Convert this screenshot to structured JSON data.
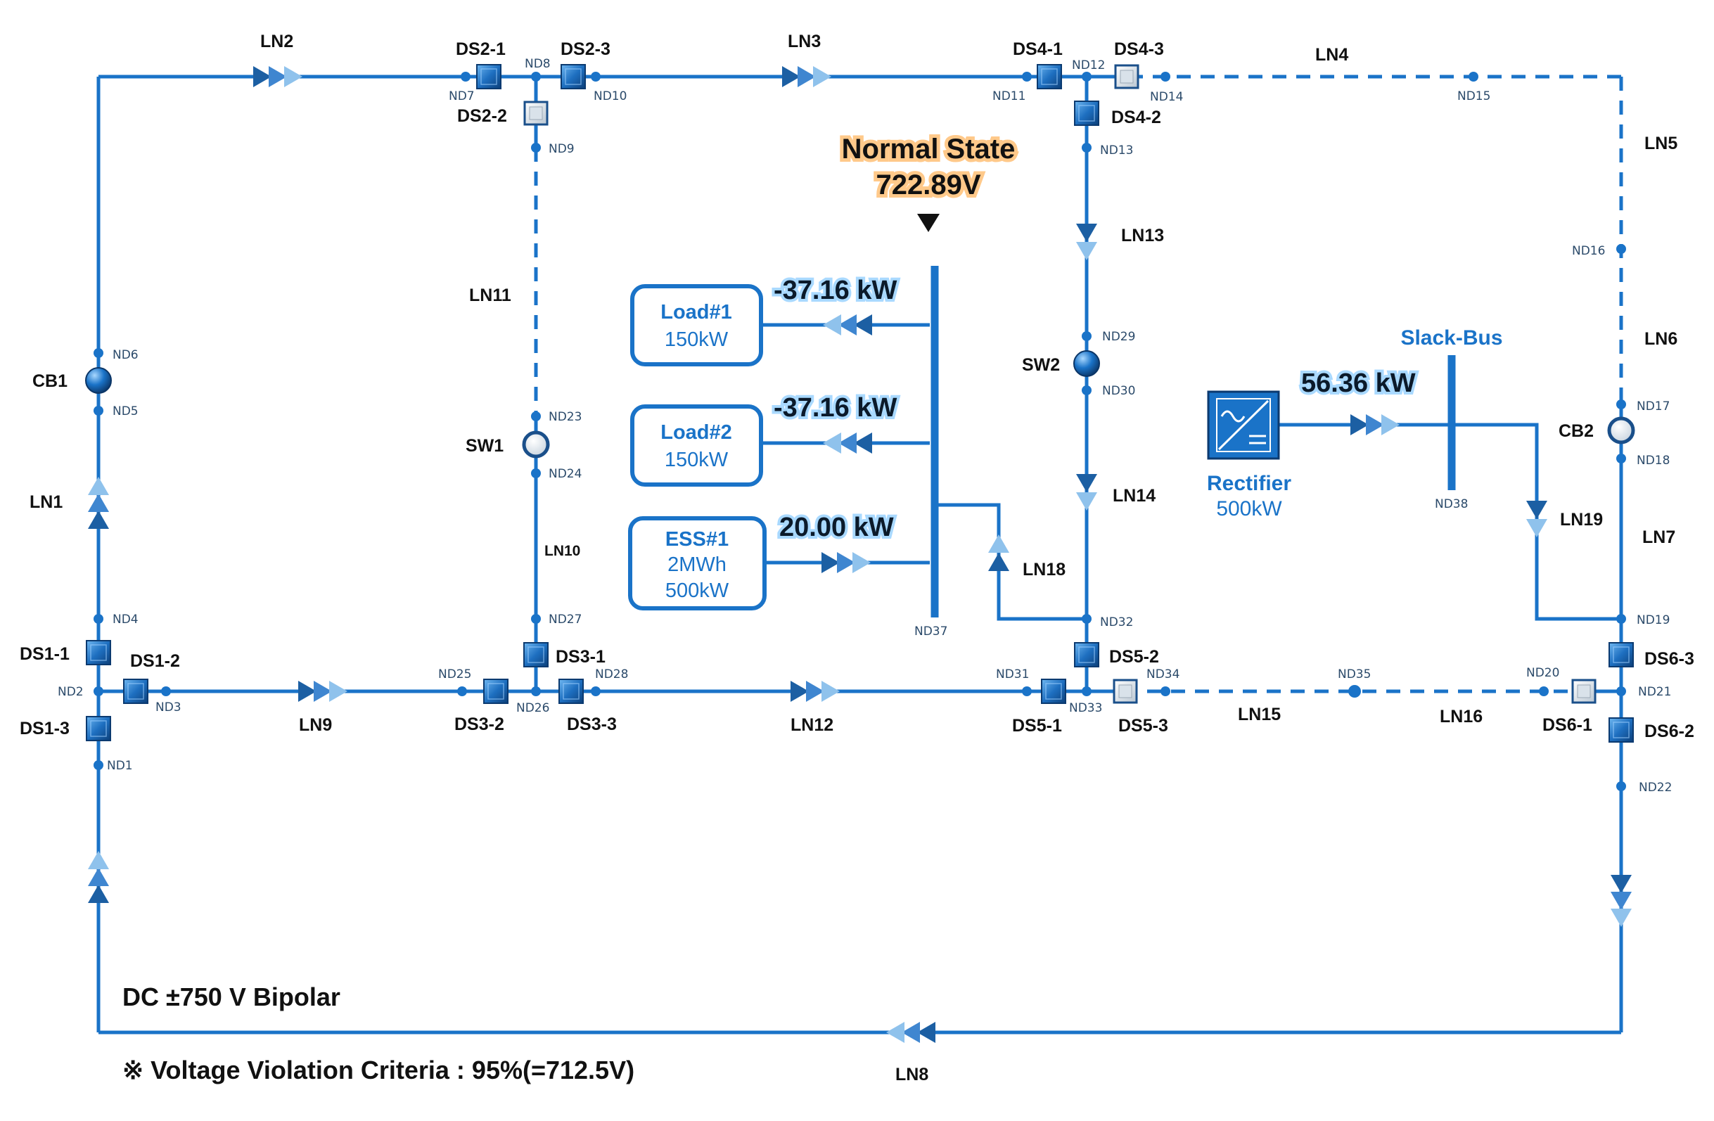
{
  "colors": {
    "line": "#1a73c8",
    "dark_arrow": "#1c5fa3",
    "light_arrow": "#8fc2ec",
    "highlight": "#ffc98a"
  },
  "status": {
    "state": "Normal State",
    "voltage": "722.89V"
  },
  "system": {
    "title": "DC ±750 V Bipolar",
    "criteria": "※ Voltage Violation Criteria : 95%(=712.5V)"
  },
  "loads": {
    "load1": {
      "name": "Load#1",
      "rating": "150kW",
      "power": "-37.16 kW"
    },
    "load2": {
      "name": "Load#2",
      "rating": "150kW",
      "power": "-37.16 kW"
    },
    "ess1": {
      "name": "ESS#1",
      "capacity": "2MWh",
      "rating": "500kW",
      "power": "20.00 kW"
    }
  },
  "rectifier": {
    "name": "Rectifier",
    "rating": "500kW",
    "power": "56.36 kW",
    "bus": "Slack-Bus"
  },
  "lines": {
    "ln1": "LN1",
    "ln2": "LN2",
    "ln3": "LN3",
    "ln4": "LN4",
    "ln5": "LN5",
    "ln6": "LN6",
    "ln7": "LN7",
    "ln8": "LN8",
    "ln9": "LN9",
    "ln10": "LN10",
    "ln11": "LN11",
    "ln12": "LN12",
    "ln13": "LN13",
    "ln14": "LN14",
    "ln15": "LN15",
    "ln16": "LN16",
    "ln18": "LN18",
    "ln19": "LN19"
  },
  "switches": {
    "ds1_1": "DS1-1",
    "ds1_2": "DS1-2",
    "ds1_3": "DS1-3",
    "ds2_1": "DS2-1",
    "ds2_2": "DS2-2",
    "ds2_3": "DS2-3",
    "ds3_1": "DS3-1",
    "ds3_2": "DS3-2",
    "ds3_3": "DS3-3",
    "ds4_1": "DS4-1",
    "ds4_2": "DS4-2",
    "ds4_3": "DS4-3",
    "ds5_1": "DS5-1",
    "ds5_2": "DS5-2",
    "ds5_3": "DS5-3",
    "ds6_1": "DS6-1",
    "ds6_2": "DS6-2",
    "ds6_3": "DS6-3",
    "cb1": "CB1",
    "cb2": "CB2",
    "sw1": "SW1",
    "sw2": "SW2"
  },
  "nodes": {
    "nd1": "ND1",
    "nd2": "ND2",
    "nd3": "ND3",
    "nd4": "ND4",
    "nd5": "ND5",
    "nd6": "ND6",
    "nd7": "ND7",
    "nd8": "ND8",
    "nd9": "ND9",
    "nd10": "ND10",
    "nd11": "ND11",
    "nd12": "ND12",
    "nd13": "ND13",
    "nd14": "ND14",
    "nd15": "ND15",
    "nd16": "ND16",
    "nd17": "ND17",
    "nd18": "ND18",
    "nd19": "ND19",
    "nd20": "ND20",
    "nd21": "ND21",
    "nd22": "ND22",
    "nd23": "ND23",
    "nd24": "ND24",
    "nd25": "ND25",
    "nd26": "ND26",
    "nd27": "ND27",
    "nd28": "ND28",
    "nd29": "ND29",
    "nd30": "ND30",
    "nd31": "ND31",
    "nd32": "ND32",
    "nd33": "ND33",
    "nd34": "ND34",
    "nd35": "ND35",
    "nd37": "ND37",
    "nd38": "ND38"
  }
}
